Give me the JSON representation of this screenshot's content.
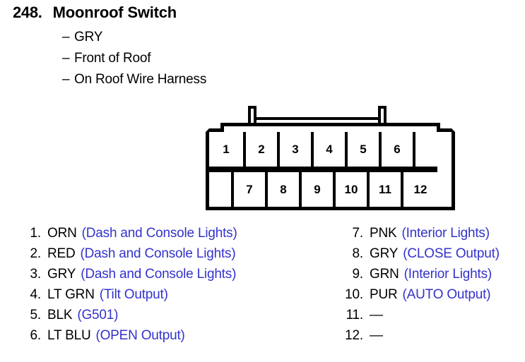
{
  "header": {
    "number": "248.",
    "title": "Moonroof Switch",
    "subitems": [
      "GRY",
      "Front of Roof",
      "On Roof Wire Harness"
    ],
    "dash": "–"
  },
  "connector": {
    "top_row": [
      {
        "label": "1",
        "blank": false
      },
      {
        "label": "2",
        "blank": false
      },
      {
        "label": "3",
        "blank": false
      },
      {
        "label": "4",
        "blank": false
      },
      {
        "label": "5",
        "blank": false
      },
      {
        "label": "6",
        "blank": false
      },
      {
        "label": "",
        "blank": true
      }
    ],
    "bottom_row": [
      {
        "label": "",
        "blank": true
      },
      {
        "label": "7",
        "blank": false
      },
      {
        "label": "8",
        "blank": false
      },
      {
        "label": "9",
        "blank": false
      },
      {
        "label": "10",
        "blank": false
      },
      {
        "label": "11",
        "blank": false
      },
      {
        "label": "12",
        "blank": false
      }
    ]
  },
  "legend": {
    "left": [
      {
        "num": "1.",
        "wire": "ORN",
        "desc": "(Dash and Console Lights)"
      },
      {
        "num": "2.",
        "wire": "RED",
        "desc": "(Dash and Console Lights)"
      },
      {
        "num": "3.",
        "wire": "GRY",
        "desc": "(Dash and Console Lights)"
      },
      {
        "num": "4.",
        "wire": "LT GRN",
        "desc": "(Tilt Output)"
      },
      {
        "num": "5.",
        "wire": "BLK",
        "desc": "(G501)"
      },
      {
        "num": "6.",
        "wire": "LT BLU",
        "desc": "(OPEN Output)"
      }
    ],
    "right": [
      {
        "num": "7.",
        "wire": "PNK",
        "desc": "(Interior Lights)"
      },
      {
        "num": "8.",
        "wire": "GRY",
        "desc": "(CLOSE Output)"
      },
      {
        "num": "9.",
        "wire": "GRN",
        "desc": "(Interior Lights)"
      },
      {
        "num": "10.",
        "wire": "PUR",
        "desc": "(AUTO Output)"
      },
      {
        "num": "11.",
        "wire": "—",
        "desc": ""
      },
      {
        "num": "12.",
        "wire": "—",
        "desc": ""
      }
    ]
  },
  "colors": {
    "text": "#000000",
    "description": "#3333cc",
    "background": "#ffffff"
  }
}
